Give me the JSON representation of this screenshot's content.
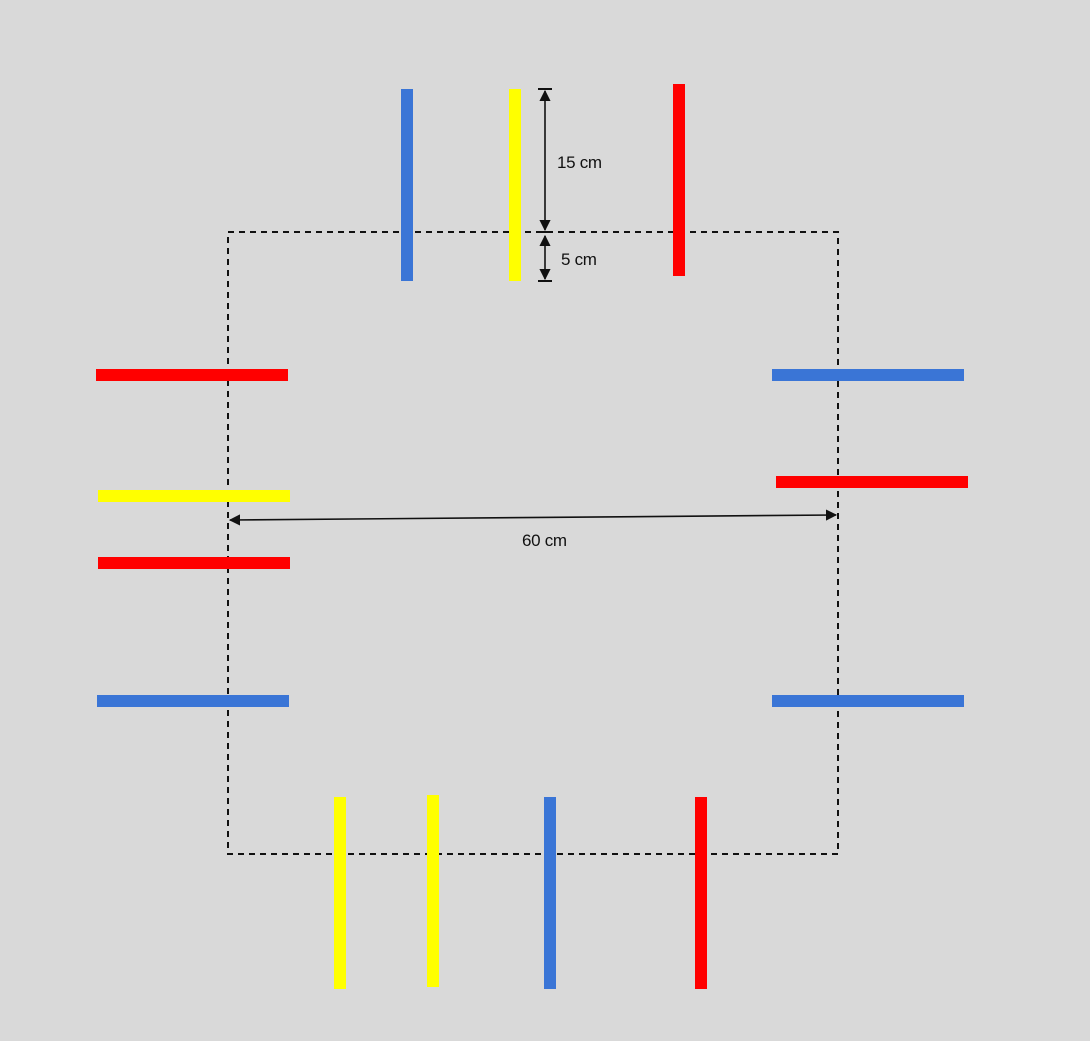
{
  "colors": {
    "background": "#d9d9d9",
    "red": "#ff0000",
    "blue": "#3a75d6",
    "yellow": "#ffff00",
    "ink": "#111111"
  },
  "labels": {
    "top_dimension": "15 cm",
    "inner_dimension": "5 cm",
    "width_dimension": "60 cm"
  },
  "sides": {
    "top": [
      "blue",
      "yellow",
      "red"
    ],
    "bottom": [
      "yellow",
      "yellow",
      "blue",
      "red"
    ],
    "left": [
      "red",
      "yellow",
      "red",
      "blue"
    ],
    "right": [
      "blue",
      "red",
      "blue"
    ]
  },
  "icons": {
    "arrow": "arrowhead-icon"
  }
}
